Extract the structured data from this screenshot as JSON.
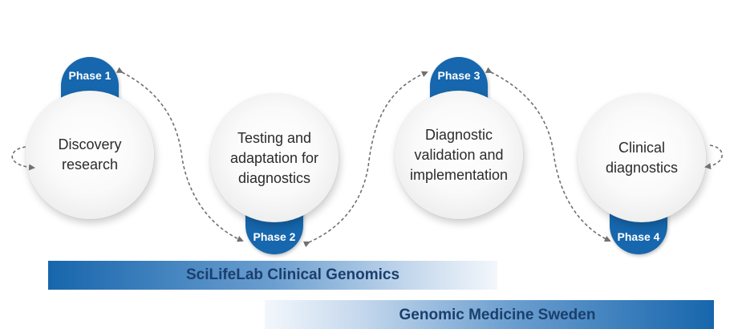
{
  "phases": [
    {
      "tab_label": "Phase 1",
      "circle_text": "Discovery\nresearch"
    },
    {
      "tab_label": "Phase 2",
      "circle_text": "Testing and\nadaptation for\ndiagnostics"
    },
    {
      "tab_label": "Phase 3",
      "circle_text": "Diagnostic\nvalidation and\nimplementation"
    },
    {
      "tab_label": "Phase 4",
      "circle_text": "Clinical\ndiagnostics"
    }
  ],
  "bands": {
    "scilifelab": "SciLifeLab Clinical Genomics",
    "gms": "Genomic Medicine Sweden"
  },
  "colors": {
    "tab_blue": "#1667ad",
    "arrow_gray": "#707070",
    "band_text": "#1b3f6d"
  }
}
